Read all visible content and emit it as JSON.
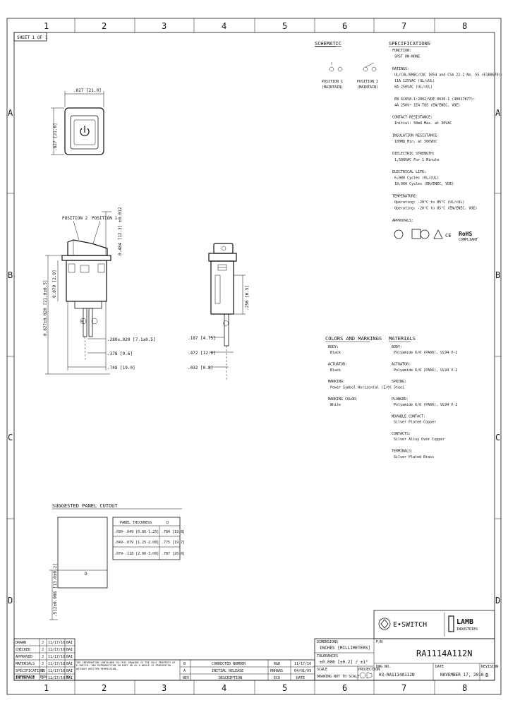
{
  "border": {
    "cols_top": [
      "1",
      "2",
      "3",
      "4",
      "5",
      "6",
      "7",
      "8"
    ],
    "cols_bottom": [
      "1",
      "2",
      "3",
      "4",
      "5",
      "6",
      "7",
      "8"
    ],
    "rows_left": [
      "A",
      "B",
      "C",
      "D"
    ],
    "rows_right": [
      "A",
      "B",
      "C",
      "D"
    ],
    "sheet": "SHEET 1 OF 1"
  },
  "top_view": {
    "width_dim": ".827 [21.0]",
    "height_dim": ".827 [21.0]"
  },
  "side_view": {
    "position2": "POSITION 2",
    "position1": "POSITION 1",
    "dim_left": "0.827±0.020 [21.0±0.5]",
    "dim_left2": "0.079 [2.0]",
    "dim_top_vertical": "0.484 [12.3] ±0.012",
    "dim_a": ".280±.020 [7.1±0.5]",
    "dim_b": ".378 [9.6]",
    "dim_c": ".748 [19.0]",
    "angle_left": "⊕"
  },
  "end_view": {
    "dim_a": ".187 [4.75]",
    "dim_b": ".472 [12.0]",
    "dim_c": ".032 [0.8]",
    "dim_vert": ".256 [6.5]"
  },
  "schematic": {
    "title": "SCHEMATIC",
    "pos1": "POSITION 1",
    "pos1_sub": "(MAINTAIN)",
    "pos2": "POSITION 2",
    "pos2_sub": "(MAINTAIN)"
  },
  "specifications": {
    "title": "SPECIFICATIONS",
    "lines": [
      "FUNCTION:",
      "  SPST ON-NONE",
      "",
      "RATINGS:",
      "  UL/CUL/ENEC/CQC 1054 and CSA 22.2 No. 55 (E188670):",
      "    11A 125VAC (UL/cUL)",
      "    8A 250VAC (UL/cUL)",
      "",
      "  EN 61058-1:2002/VDE 0630-1 (40017877):",
      "    4A 250V~ 1E4 T85 (EN/ENEC, VDE)",
      "",
      "CONTACT RESISTANCE:",
      "  Initial: 50mΩ Max. at 30VAC",
      "",
      "INSULATION RESISTANCE:",
      "  100MΩ Min. at 500VDC",
      "",
      "DIELECTRIC STRENGTH:",
      "  1,500VAC For 1 Minute",
      "",
      "ELECTRICAL LIFE:",
      "  6,000 Cycles (UL/cUL)",
      "  10,000 Cycles (EN/ENEC, VDE)",
      "",
      "TEMPERATURE:",
      "  Operating: -20°C to 85°C (UL/cUL)",
      "  Operating: -20°C to 85°C (EN/ENEC, VDE)",
      "",
      "APPROVALS:"
    ],
    "rohs": "RoHS",
    "rohs_sub": "COMPLIANT"
  },
  "colors_markings": {
    "title": "COLORS AND MARKINGS",
    "lines": [
      "BODY:",
      "  Black",
      "",
      "ACTUATOR:",
      "  Black",
      "",
      "MARKING:",
      "  Power Symbol Horizontal (I/O)",
      "",
      "MARKING COLOR:",
      "  White"
    ]
  },
  "materials": {
    "title": "MATERIALS",
    "lines": [
      "BODY:",
      "  Polyamide 6/6 (PA66), UL94 V-2",
      "",
      "ACTUATOR:",
      "  Polyamide 6/6 (PA66), UL94 V-2",
      "",
      "SPRING:",
      "  Steel",
      "",
      "PLUNGER:",
      "  Polyamide 6/6 (PA66), UL94 V-2",
      "",
      "MOVABLE CONTACT:",
      "  Silver Plated Copper",
      "",
      "CONTACTS:",
      "  Silver Alloy Over Copper",
      "",
      "TERMINALS:",
      "  Silver Plated Brass"
    ]
  },
  "panel_cutout": {
    "title": "SUGGESTED PANEL CUTOUT",
    "header": [
      "PANEL THICKNESS",
      "D"
    ],
    "rows": [
      [
        ".030-.049 [0.80-1.25]",
        ".784 [19.8]"
      ],
      [
        ".049-.079 [1.25-2.00]",
        ".775 [19.7]"
      ],
      [
        ".079-.118 [2.00-3.00]",
        ".787 [20.0]"
      ]
    ],
    "dim_vert": ".512±0.008 [13.0±0.2]",
    "dim_d": "D"
  },
  "title_block": {
    "logo_eswitch": "E•SWITCH",
    "logo_lamb": "LAMB",
    "logo_lamb_sub": "INDUSTRIES",
    "units_label": "DIMENSIONS",
    "units": "INCHES [MILLIMETERS]",
    "tolerances_label": "TOLERANCES",
    "tolerances": "±0.008 [±0.2] / ±1°",
    "scale_label": "SCALE",
    "scale": "DRAWING NOT TO SCALE",
    "pn_label": "P/N",
    "part_number": "RA1114A112N",
    "dwg_label": "DWG NO.",
    "dwg": "03-RA1114A112N",
    "date_label": "DATE",
    "date": "NOVEMBER 17, 2010",
    "rev_label": "REVISION",
    "rev": "B",
    "projection_label": "PROJECTION",
    "history": [
      [
        "DRAWN",
        "J",
        "11/17/10",
        "BAI"
      ],
      [
        "CHECKED",
        "J",
        "11/17/10",
        "BAI"
      ],
      [
        "APPROVED",
        "J",
        "11/17/10",
        "BAI"
      ],
      [
        "MATERIALS",
        "J",
        "11/17/10",
        "BAI"
      ],
      [
        "SPECIFICATIONS",
        "J",
        "11/17/10",
        "BAI"
      ],
      [
        "INTERFACE",
        "J",
        "11/17/10",
        "BAI"
      ]
    ],
    "hist_footer": [
      "INTERFACE",
      "ECN",
      "BY"
    ],
    "prop_notice": "THE INFORMATION CONTAINED IN THIS DRAWING IS THE SOLE PROPERTY OF E-SWITCH. ANY REPRODUCTION IN PART OR AS A WHOLE IS PROHIBITED WITHOUT WRITTEN PERMISSION.",
    "rev_rows": [
      [
        "B",
        "CORRECTED NUMBER",
        "B&B",
        "11/17/10"
      ],
      [
        "A",
        "INITIAL RELEASE",
        "RNH&RS",
        "04/01/09"
      ]
    ],
    "rev_footer": [
      "REV",
      "DESCRIPTION",
      "ECO",
      "DATE"
    ]
  }
}
